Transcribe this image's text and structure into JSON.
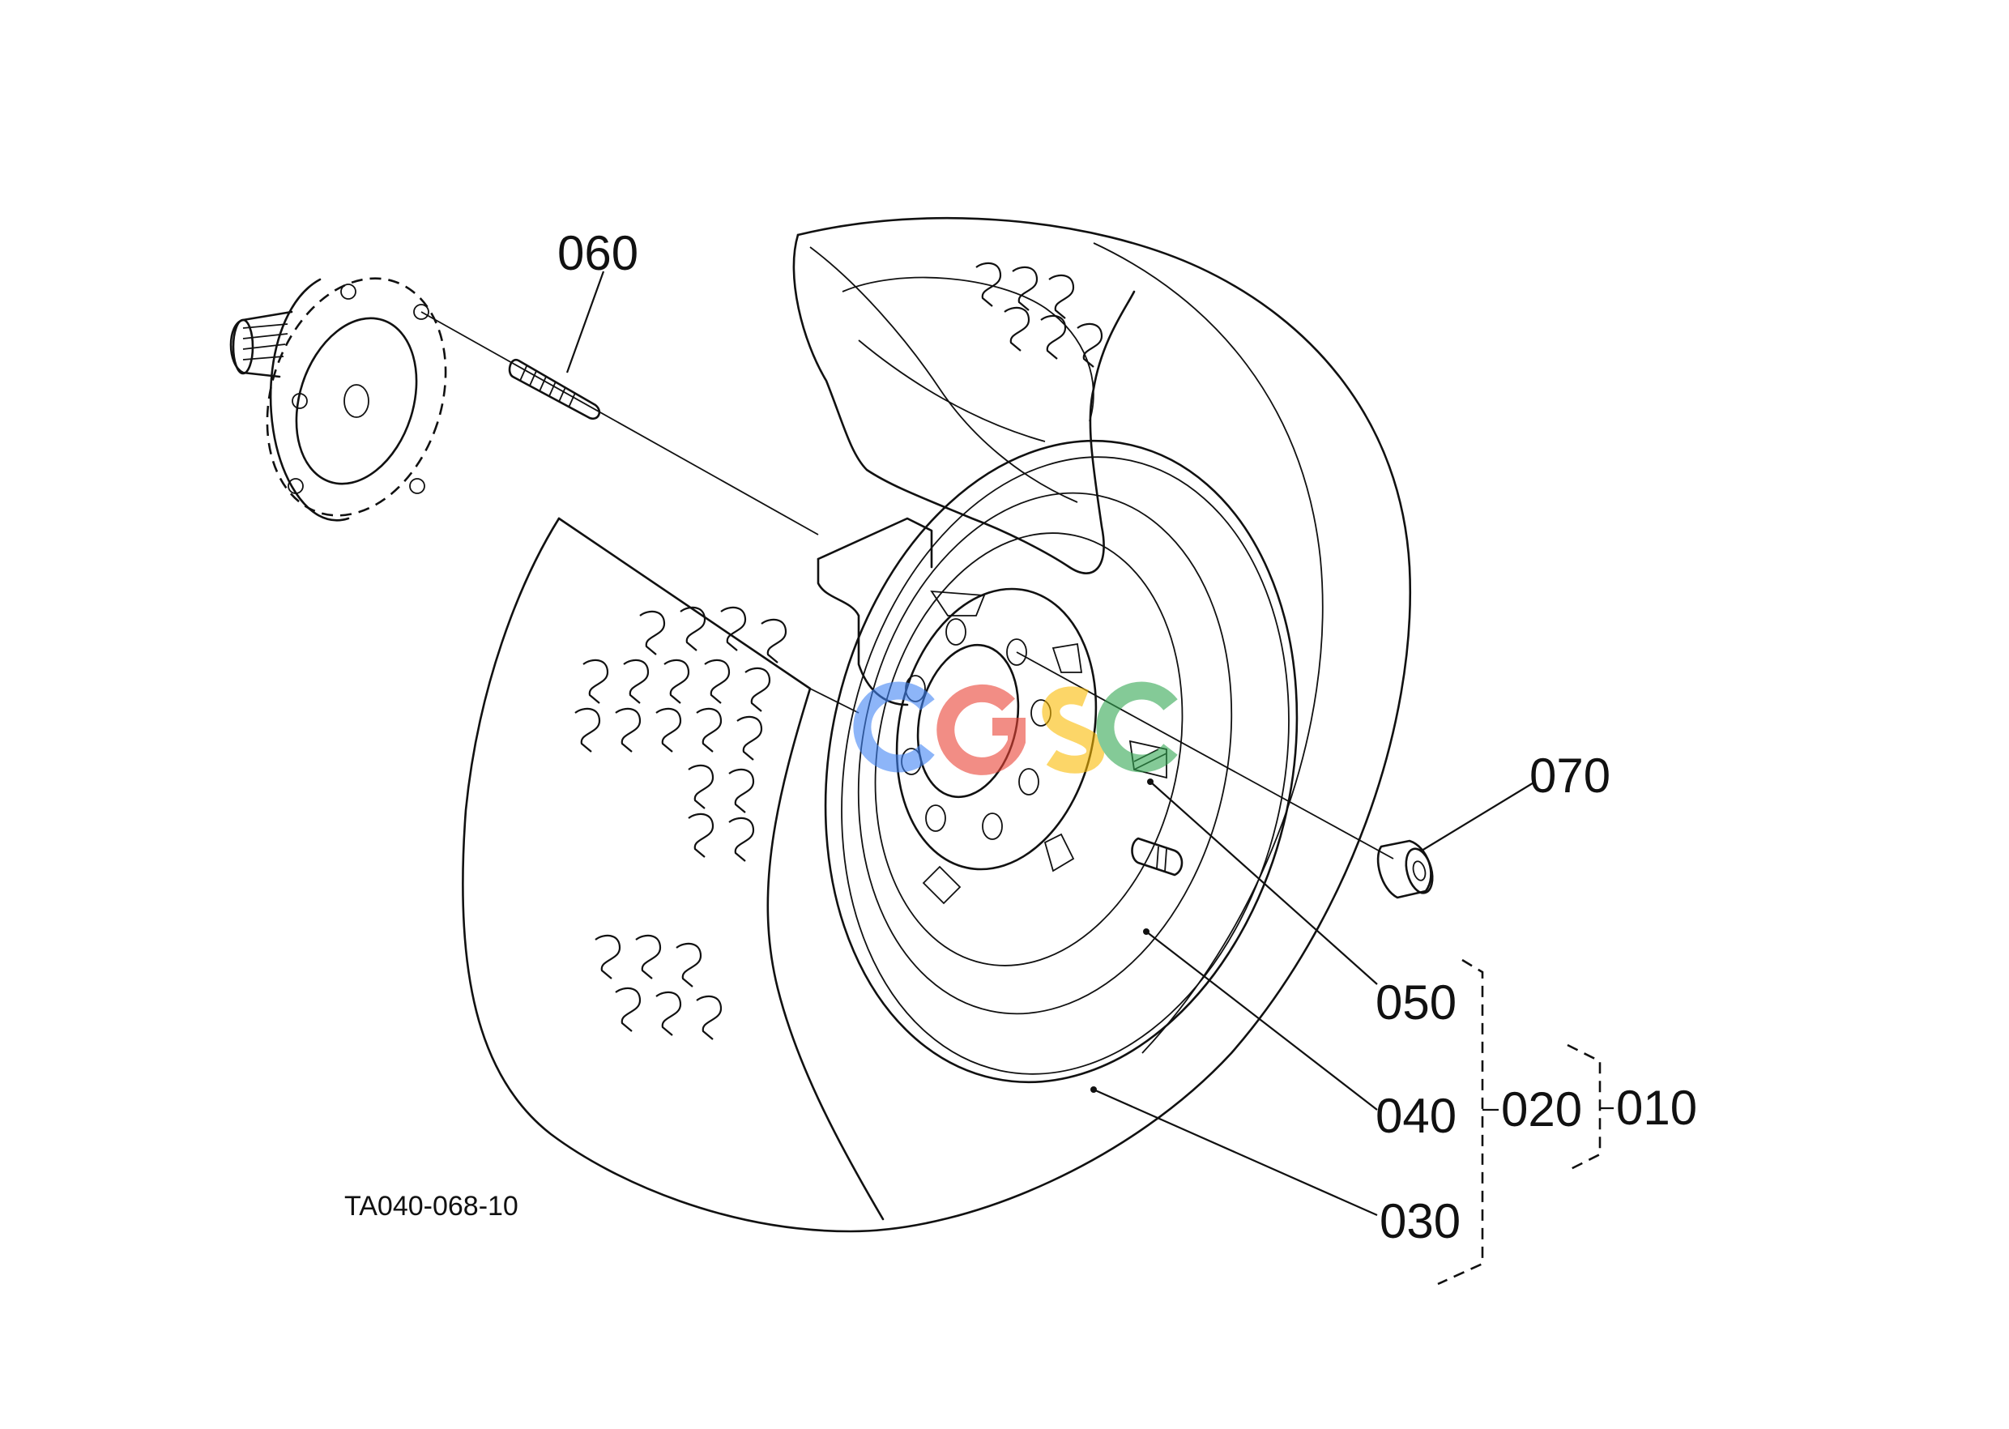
{
  "figure_ref": "TA040-068-10",
  "callouts": {
    "c010": "010",
    "c020": "020",
    "c030": "030",
    "c040": "040",
    "c050": "050",
    "c060": "060",
    "c070": "070"
  },
  "watermark": {
    "text": "CGSC",
    "colors": [
      "#4285F4",
      "#EA4335",
      "#FBBC05",
      "#34A853"
    ]
  }
}
